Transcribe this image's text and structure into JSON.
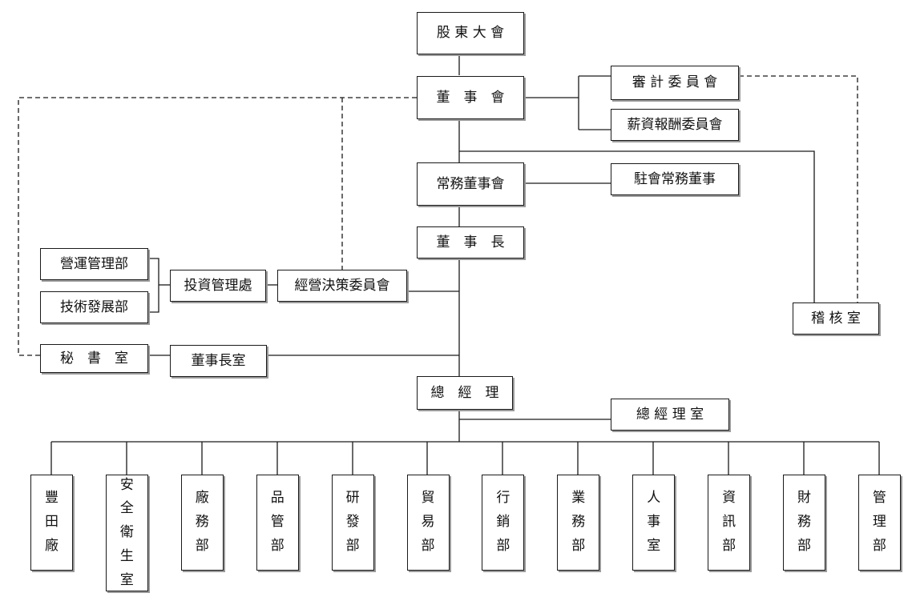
{
  "org_chart": {
    "nodes": {
      "shareholders_meeting": "股 東 大 會",
      "board_of_directors": "董　事　會",
      "audit_committee": "審 計 委 員 會",
      "compensation_committee": "薪資報酬委員會",
      "executive_board": "常務董事會",
      "resident_executive_director": "駐會常務董事",
      "chairman": "董　事　長",
      "business_decision_committee": "經營決策委員會",
      "investment_management_office": "投資管理處",
      "operations_management_dept": "營運管理部",
      "technology_development_dept": "技術發展部",
      "secretary_office": "秘　書　室",
      "chairman_office": "董事長室",
      "audit_office": "稽 核 室",
      "general_manager": "總　經　理",
      "general_manager_office": "總 經 理 室"
    },
    "departments": [
      {
        "id": "toyoda-factory",
        "label": "豐田廠"
      },
      {
        "id": "safety-health-office",
        "label": "安全衛生室"
      },
      {
        "id": "factory-affairs-dept",
        "label": "廠務部"
      },
      {
        "id": "quality-control-dept",
        "label": "品管部"
      },
      {
        "id": "rd-dept",
        "label": "研發部"
      },
      {
        "id": "trade-dept",
        "label": "貿易部"
      },
      {
        "id": "marketing-dept",
        "label": "行銷部"
      },
      {
        "id": "business-dept",
        "label": "業務部"
      },
      {
        "id": "personnel-office",
        "label": "人事室"
      },
      {
        "id": "it-dept",
        "label": "資訊部"
      },
      {
        "id": "finance-dept",
        "label": "財務部"
      },
      {
        "id": "management-dept",
        "label": "管理部"
      }
    ]
  }
}
